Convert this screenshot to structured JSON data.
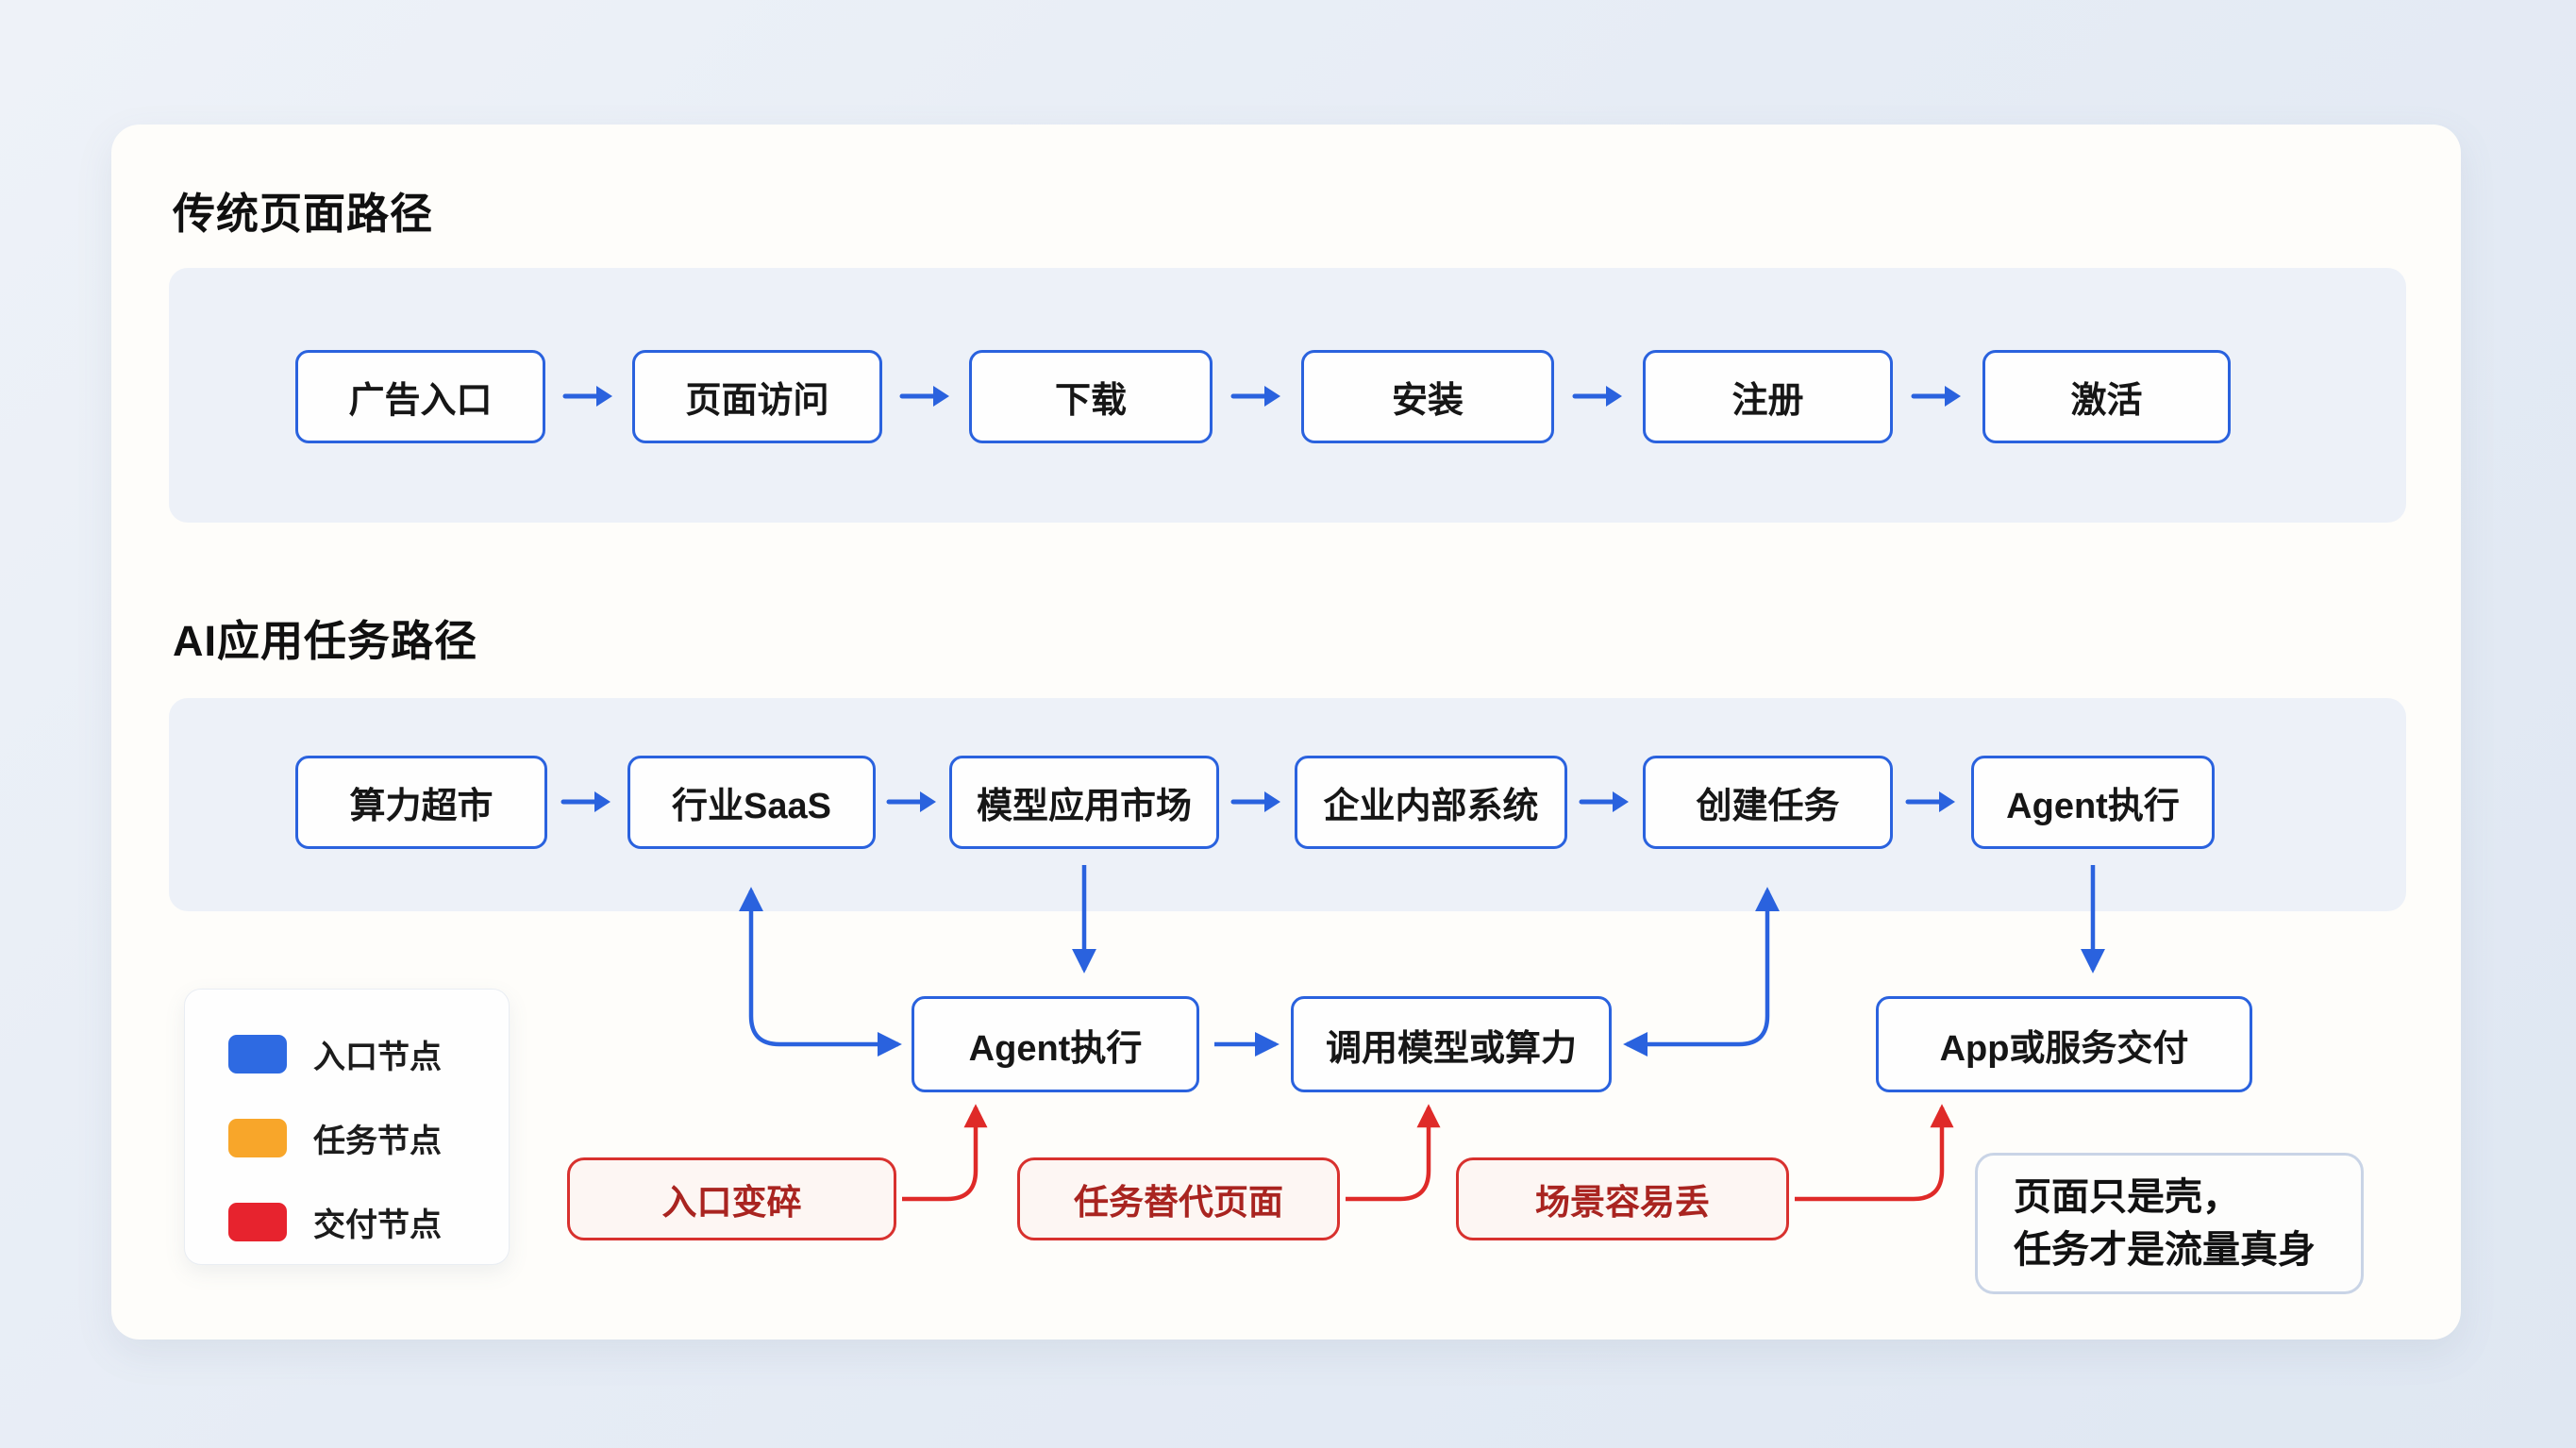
{
  "diagram": {
    "traditional": {
      "title": "传统页面路径",
      "nodes": [
        "广告入口",
        "页面访问",
        "下载",
        "安装",
        "注册",
        "激活"
      ]
    },
    "ai": {
      "title": "AI应用任务路径",
      "nodes": [
        "算力超市",
        "行业SaaS",
        "模型应用市场",
        "企业内部系统",
        "创建任务",
        "Agent执行"
      ]
    },
    "task_flow": {
      "nodes": [
        "Agent执行",
        "调用模型或算力",
        "App或服务交付"
      ]
    },
    "issues": {
      "nodes": [
        "入口变碎",
        "任务替代页面",
        "场景容易丢"
      ]
    },
    "legend": {
      "items": [
        {
          "label": "入口节点",
          "color": "#2e6ae2"
        },
        {
          "label": "任务节点",
          "color": "#f8a62a"
        },
        {
          "label": "交付节点",
          "color": "#e7232e"
        }
      ]
    },
    "note": {
      "line1": "页面只是壳，",
      "line2": "任务才是流量真身"
    },
    "colors": {
      "flow_blue": "#2a62de",
      "issue_red": "#d8312e",
      "issue_text": "#a92420",
      "panel_bg": "#edf1f8"
    }
  }
}
